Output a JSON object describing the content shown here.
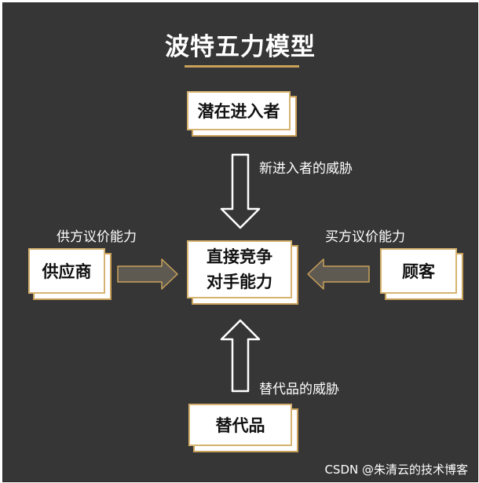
{
  "title": "波特五力模型",
  "nodes": {
    "entrants": "潜在进入者",
    "rivalry_line1": "直接竞争",
    "rivalry_line2": "对手能力",
    "suppliers": "供应商",
    "buyers": "顾客",
    "substitutes": "替代品"
  },
  "edges": {
    "entrants_threat": "新进入者的威胁",
    "supplier_power": "供方议价能力",
    "buyer_power": "买方议价能力",
    "substitute_threat": "替代品的威胁"
  },
  "watermark": "CSDN @朱清云的技术博客",
  "colors": {
    "background": "#363636",
    "accent": "#c9a15a",
    "box_fill": "#ffffff",
    "text_light": "#ffffff"
  }
}
